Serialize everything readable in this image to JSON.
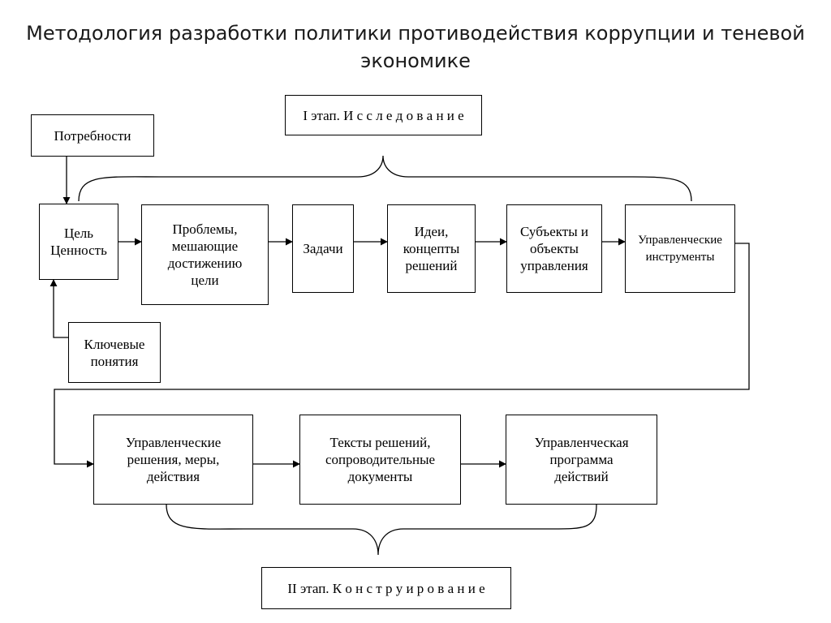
{
  "title": {
    "line1": "Методология разработки политики противодействия коррупции и теневой",
    "line2": "экономике"
  },
  "stage1": "I этап. И с с л е д о в а н и е",
  "stage2": "II этап. К о н с т р у и р о в а н и е",
  "nodes": {
    "needs": "Потребности",
    "goal": "Цель\nЦенность",
    "key_concepts": "Ключевые\nпонятия",
    "problems": "Проблемы,\nмешающие\nдостижению\nцели",
    "tasks": "Задачи",
    "ideas": "Идеи,\nконцепты\nрешений",
    "subjects": "Субъекты и\nобъекты\nуправления",
    "tools": "Управленческие\nинструменты",
    "decisions": "Управленческие\nрешения, меры,\nдействия",
    "texts": "Тексты решений,\nсопроводительные\nдокументы",
    "program": "Управленческая\nпрограмма\nдействий"
  },
  "colors": {
    "line": "#000000",
    "title": "#1a1a1a"
  }
}
